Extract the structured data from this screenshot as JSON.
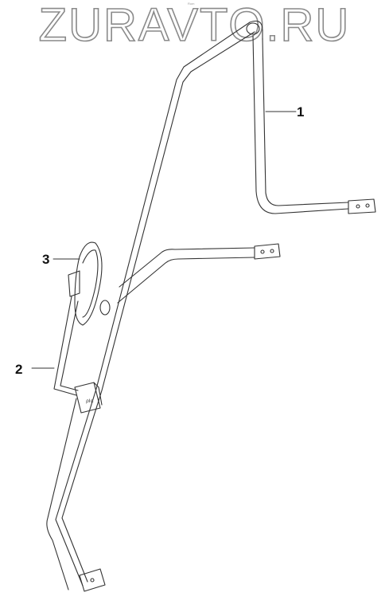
{
  "watermark": "ZURAVTO.RU",
  "tiny_text": "Rom",
  "callouts": [
    {
      "id": "1",
      "label": "1"
    },
    {
      "id": "2",
      "label": "2"
    },
    {
      "id": "3",
      "label": "3"
    }
  ],
  "colors": {
    "line": "#333333",
    "watermark_outline": "#8a8a8a"
  }
}
